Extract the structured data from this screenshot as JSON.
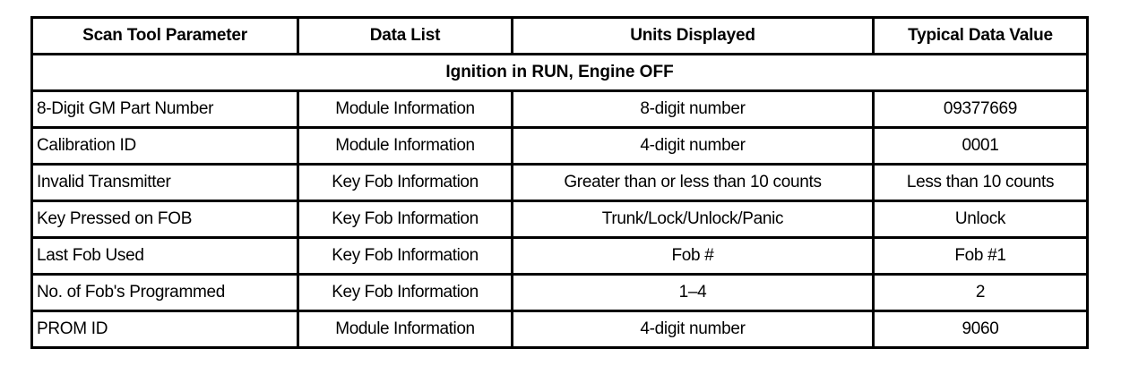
{
  "table": {
    "columns": [
      "Scan Tool Parameter",
      "Data List",
      "Units Displayed",
      "Typical Data Value"
    ],
    "section_header": "Ignition in RUN, Engine OFF",
    "rows": [
      {
        "parameter": "8-Digit GM Part Number",
        "data_list": "Module Information",
        "units": "8-digit number",
        "value": "09377669"
      },
      {
        "parameter": "Calibration ID",
        "data_list": "Module Information",
        "units": "4-digit number",
        "value": "0001"
      },
      {
        "parameter": "Invalid Transmitter",
        "data_list": "Key Fob Information",
        "units": "Greater than or less than 10 counts",
        "value": "Less than 10 counts"
      },
      {
        "parameter": "Key Pressed on FOB",
        "data_list": "Key Fob Information",
        "units": "Trunk/Lock/Unlock/Panic",
        "value": "Unlock"
      },
      {
        "parameter": "Last Fob Used",
        "data_list": "Key Fob Information",
        "units": "Fob #",
        "value": "Fob #1"
      },
      {
        "parameter": "No. of Fob's Programmed",
        "data_list": "Key Fob Information",
        "units": "1–4",
        "value": "2"
      },
      {
        "parameter": "PROM ID",
        "data_list": "Module Information",
        "units": "4-digit number",
        "value": "9060"
      }
    ],
    "colors": {
      "border": "#000000",
      "background": "#ffffff",
      "text": "#000000"
    }
  }
}
